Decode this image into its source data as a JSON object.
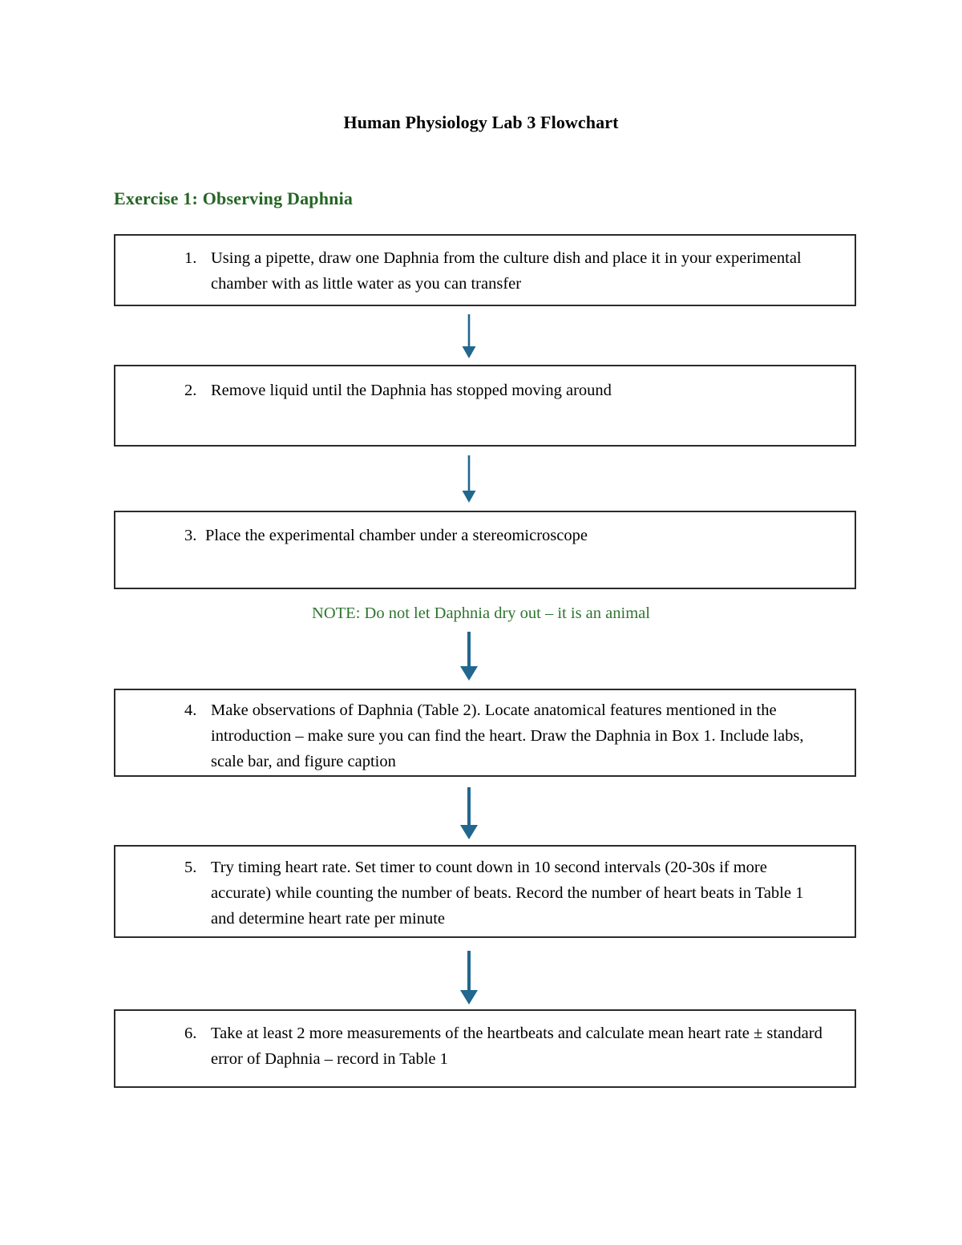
{
  "document": {
    "title": "Human Physiology Lab 3 Flowchart"
  },
  "section": {
    "heading": "Exercise 1:  Observing Daphnia",
    "heading_color": "#256524"
  },
  "note": {
    "text": "NOTE: Do not let Daphnia dry out – it is an animal",
    "color": "#2f7530"
  },
  "arrow_color": "#21678f",
  "flowchart": {
    "type": "vertical-flowchart",
    "steps": [
      {
        "number": "1.",
        "text": "Using a pipette, draw one Daphnia from the culture dish and place it in your experimental chamber with as little water as you can transfer"
      },
      {
        "number": "2.",
        "text": "Remove liquid until the Daphnia has stopped moving around"
      },
      {
        "number": "3.",
        "text": "Place the experimental chamber under a stereomicroscope"
      },
      {
        "number": "4.",
        "text": "Make observations of Daphnia (Table 2). Locate anatomical features mentioned in the introduction – make sure you can find the heart. Draw the Daphnia in Box 1. Include labs, scale bar, and figure caption"
      },
      {
        "number": "5.",
        "text": "Try timing heart rate. Set timer to count down in 10 second intervals (20-30s if more accurate) while counting the number of beats. Record the number of heart beats in Table 1 and determine heart rate per minute"
      },
      {
        "number": "6.",
        "text": "Take at least 2 more measurements of the heartbeats and calculate mean heart rate ± standard error of Daphnia – record in Table 1"
      }
    ]
  }
}
